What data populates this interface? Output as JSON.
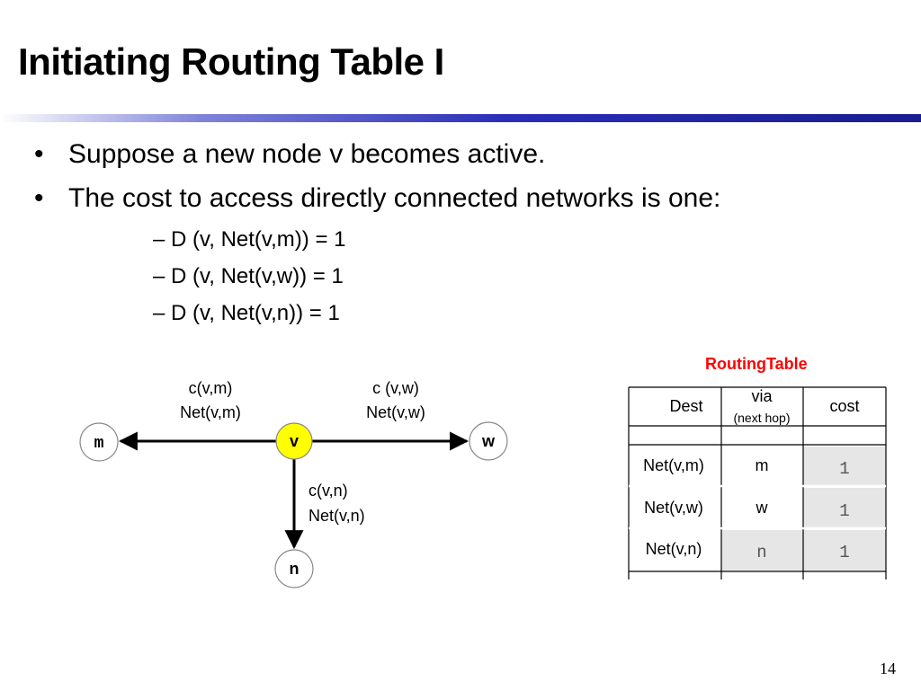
{
  "slide": {
    "title": "Initiating Routing Table I",
    "page_number": "14"
  },
  "bullets": [
    {
      "marker": "•",
      "text": "Suppose a new node v becomes active."
    },
    {
      "marker": "•",
      "text": "The cost to access directly connected networks is one:"
    }
  ],
  "subbullets": [
    {
      "marker": "–",
      "text": "D (v, Net(v,m)) = 1"
    },
    {
      "marker": "–",
      "text": "D (v, Net(v,w)) = 1"
    },
    {
      "marker": "–",
      "text": "D (v, Net(v,n)) = 1"
    }
  ],
  "diagram": {
    "nodes": {
      "m": "m",
      "v": "v",
      "w": "w",
      "n": "n"
    },
    "edges": {
      "vm": {
        "cost": "c(v,m)",
        "net": "Net(v,m)"
      },
      "vw": {
        "cost": "c (v,w)",
        "net": "Net(v,w)"
      },
      "vn": {
        "cost": "c(v,n)",
        "net": "Net(v,n)"
      }
    },
    "colors": {
      "highlight_node": "#ffff00",
      "edge": "#000000"
    }
  },
  "routing_table": {
    "title": "RoutingTable",
    "title_color": "#ff0000",
    "headers": {
      "dest": "Dest",
      "via": "via",
      "via_sub": "(next hop)",
      "cost": "cost"
    },
    "rows": [
      {
        "dest": "Net(v,m)",
        "via": "m",
        "cost": "1"
      },
      {
        "dest": "Net(v,w)",
        "via": "w",
        "cost": "1"
      },
      {
        "dest": "Net(v,n)",
        "via": "n",
        "cost": "1"
      }
    ],
    "cost_cell_color": "#e6e6e6"
  }
}
